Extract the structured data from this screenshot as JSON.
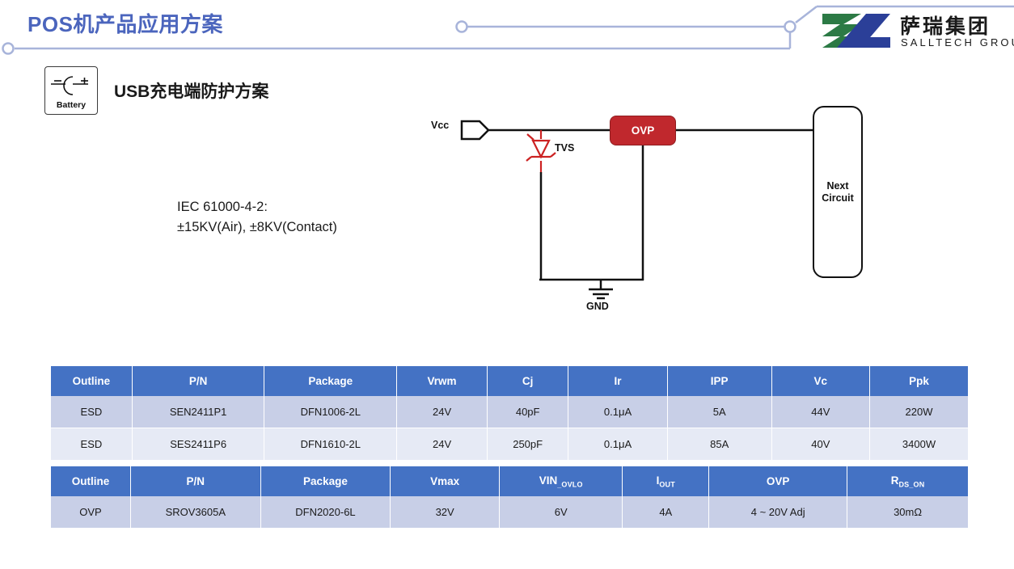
{
  "header": {
    "title": "POS机产品应用方案",
    "title_color": "#4b65bd",
    "deco_line_color": "#a8b4da",
    "logo": {
      "name_cn": "萨瑞集团",
      "name_en": "SALLTECH GROUP",
      "mark_green": "#2c7a45",
      "mark_blue": "#2b3f98"
    }
  },
  "section": {
    "battery_icon_label": "Battery",
    "subtitle": "USB充电端防护方案",
    "spec_note_line1": "IEC 61000-4-2:",
    "spec_note_line2": "±15KV(Air), ±8KV(Contact)"
  },
  "circuit": {
    "vcc_label": "Vcc",
    "tvs_label": "TVS",
    "gnd_label": "GND",
    "ovp_block_label": "OVP",
    "next_circuit_label": "Next\nCircuit",
    "next_circuit_line1": "Next",
    "next_circuit_line2": "Circuit",
    "tvs_color": "#cc2222",
    "ovp_fill": "#c0282d",
    "wire_color": "#111111"
  },
  "tables": [
    {
      "id": "esd",
      "header_bg": "#4472c4",
      "columns": [
        "Outline",
        "P/N",
        "Package",
        "Vrwm",
        "Cj",
        "Ir",
        "IPP",
        "Vc",
        "Ppk"
      ],
      "rows": [
        [
          "ESD",
          "SEN2411P1",
          "DFN1006-2L",
          "24V",
          "40pF",
          "0.1μA",
          "5A",
          "44V",
          "220W"
        ],
        [
          "ESD",
          "SES2411P6",
          "DFN1610-2L",
          "24V",
          "250pF",
          "0.1μA",
          "85A",
          "40V",
          "3400W"
        ]
      ]
    },
    {
      "id": "ovp",
      "header_bg": "#4472c4",
      "columns_rich": [
        {
          "main": "Outline",
          "sub": ""
        },
        {
          "main": "P/N",
          "sub": ""
        },
        {
          "main": "Package",
          "sub": ""
        },
        {
          "main": "Vmax",
          "sub": ""
        },
        {
          "main": "VIN",
          "sub": "_OVLO"
        },
        {
          "main": "I",
          "sub": "OUT"
        },
        {
          "main": "OVP",
          "sub": ""
        },
        {
          "main": "R",
          "sub": "DS_ON"
        }
      ],
      "columns": [
        "Outline",
        "P/N",
        "Package",
        "Vmax",
        "VIN_OVLO",
        "IOUT",
        "OVP",
        "RDS_ON"
      ],
      "rows": [
        [
          "OVP",
          "SROV3605A",
          "DFN2020-6L",
          "32V",
          "6V",
          "4A",
          "4 ~ 20V Adj",
          "30mΩ"
        ]
      ]
    }
  ]
}
